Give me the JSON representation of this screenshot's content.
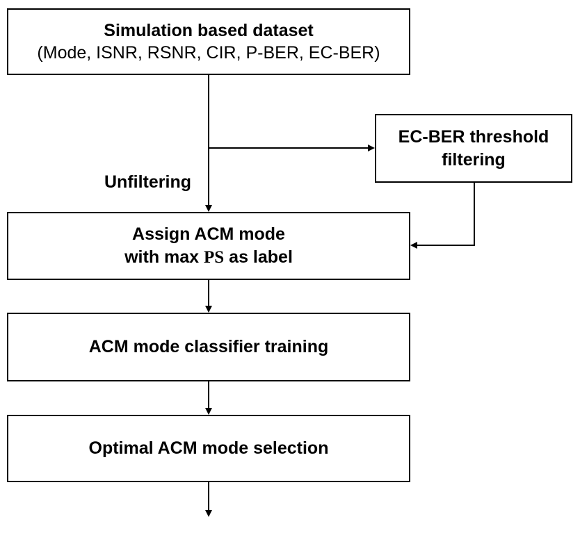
{
  "diagram": {
    "dataset_box": {
      "title": "Simulation based dataset",
      "subtitle": "(Mode, ISNR, RSNR, CIR, P-BER, EC-BER)"
    },
    "threshold_box": {
      "line1": "EC-BER threshold",
      "line2": "filtering"
    },
    "unfiltering_label": "Unfiltering",
    "assign_box": {
      "line1": "Assign ACM mode",
      "line2_prefix": "with max ",
      "line2_symbol": "PS",
      "line2_suffix": " as label"
    },
    "training_box": {
      "label": "ACM mode classifier training"
    },
    "selection_box": {
      "label": "Optimal ACM mode selection"
    }
  }
}
